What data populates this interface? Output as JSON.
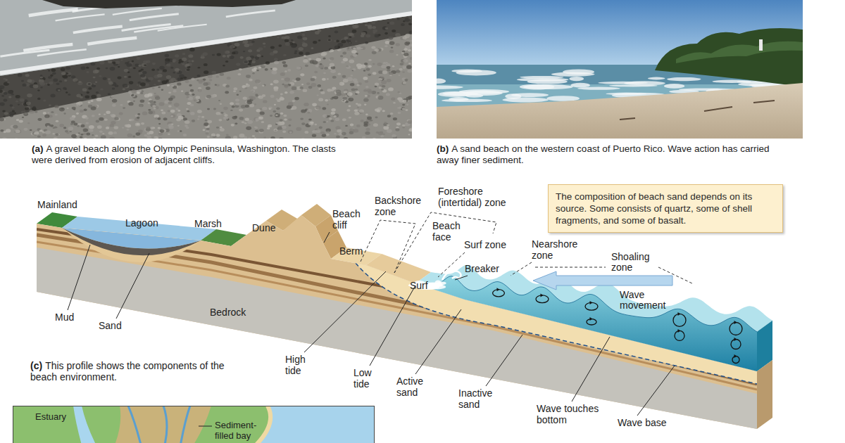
{
  "diagram": {
    "nodes": [
      {
        "text": [
          "The composition of beach sand depends on its source. Some consists of quartz, some of shell fragments, and some of basalt."
        ]
      }
    ],
    "labels": [
      "(a)",
      "A gravel beach along the Olympic Peninsula, Washington. The clasts were derived from erosion of adjacent cliffs.",
      "(b)",
      "A sand beach on the western coast of Puerto Rico. Wave action has carried away finer sediment.",
      "Mainland",
      "Lagoon",
      "Marsh",
      "Dune",
      "Beach cliff",
      "Backshore zone",
      "Foreshore (intertidal) zone",
      "Beach face",
      "Berm",
      "Surf zone",
      "Nearshore zone",
      "Breaker",
      "Shoaling zone",
      "Surf",
      "Wave movement",
      "Mud",
      "Sand",
      "Bedrock",
      "High tide",
      "Low tide",
      "Active sand",
      "Inactive sand",
      "Wave touches bottom",
      "Wave base",
      "(c)",
      "This profile shows the components of the beach environment.",
      "Estuary",
      "Sediment-filled bay"
    ]
  }
}
